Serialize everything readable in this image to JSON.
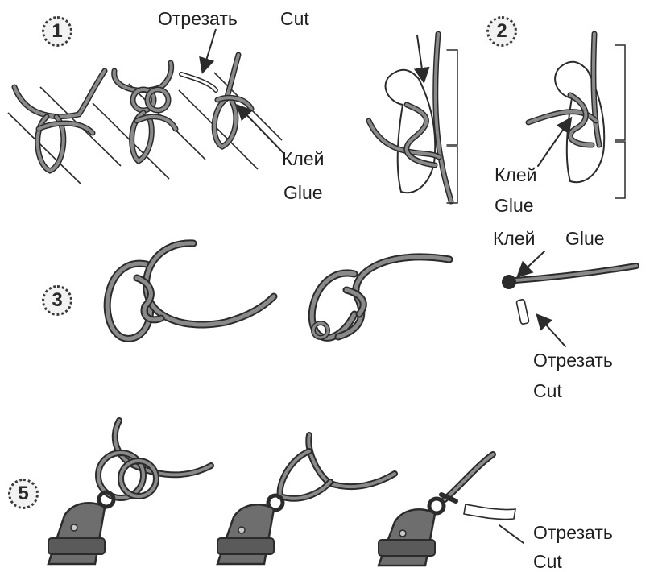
{
  "steps": {
    "one": "1",
    "two": "2",
    "three": "3",
    "five": "5"
  },
  "labels": {
    "step1_cut_ru": "Отрезать",
    "step1_cut_en": "Cut",
    "step1_glue_ru": "Клей",
    "step1_glue_en": "Glue",
    "step2_glue_ru": "Клей",
    "step2_glue_en": "Glue",
    "step3_glue_ru": "Клей",
    "step3_glue_en": "Glue",
    "step3_cut_ru": "Отрезать",
    "step3_cut_en": "Cut",
    "step5_cut_ru": "Отрезать",
    "step5_cut_en": "Cut"
  },
  "colors": {
    "rope": "#8a8a8a",
    "outline": "#2b2b2b",
    "block": "#6e6e6e"
  }
}
